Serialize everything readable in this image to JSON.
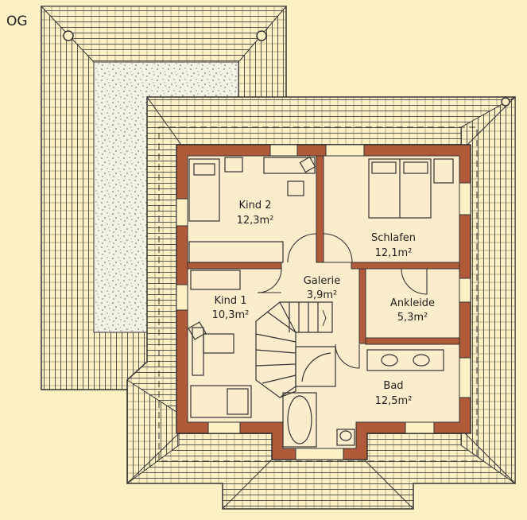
{
  "floor_label": "OG",
  "colors": {
    "background": "#fdf0c4",
    "wall": "#b05a3a",
    "room_fill": "#fbeccb",
    "line": "#333333",
    "terrace": "#f4f0e2"
  },
  "rooms": [
    {
      "id": "kind2",
      "name": "Kind 2",
      "area": "12,3m²"
    },
    {
      "id": "schlafen",
      "name": "Schlafen",
      "area": "12,1m²"
    },
    {
      "id": "galerie",
      "name": "Galerie",
      "area": "3,9m²"
    },
    {
      "id": "kind1",
      "name": "Kind 1",
      "area": "10,3m²"
    },
    {
      "id": "ankleide",
      "name": "Ankleide",
      "area": "5,3m²"
    },
    {
      "id": "bad",
      "name": "Bad",
      "area": "12,5m²"
    }
  ]
}
